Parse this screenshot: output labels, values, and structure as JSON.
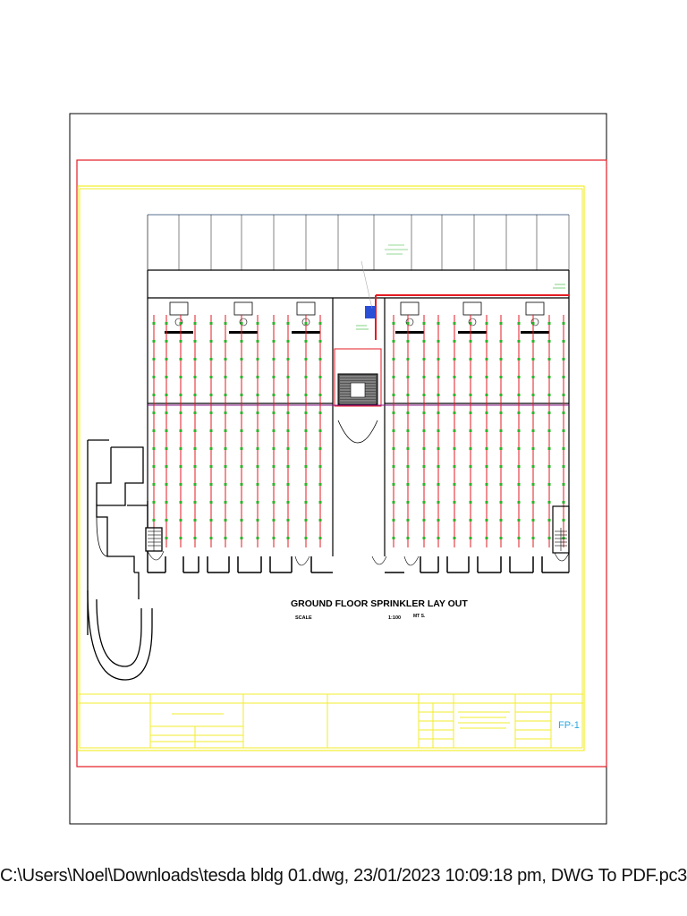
{
  "drawing": {
    "title": "GROUND FLOOR SPRINKLER LAY OUT",
    "scale_label": "SCALE",
    "scale_value": "1:100",
    "scale_unit": "MT S.",
    "sheet_code": "FP-1"
  },
  "footer": {
    "file_path": "C:\\Users\\Noel\\Downloads\\tesda bldg 01.dwg, 23/01/2023 10:09:18 pm, DWG To PDF.pc3"
  },
  "colors": {
    "sheet_border": "#000000",
    "outer_border": "#e31b23",
    "inner_border": "#f2ee2b",
    "walls": "#000000",
    "sprinkler_main": "#e31b23",
    "sprinkler_heads": "#2bb52b",
    "roof_lines": "#1f3f6e",
    "sheet_code": "#27a9e1"
  }
}
